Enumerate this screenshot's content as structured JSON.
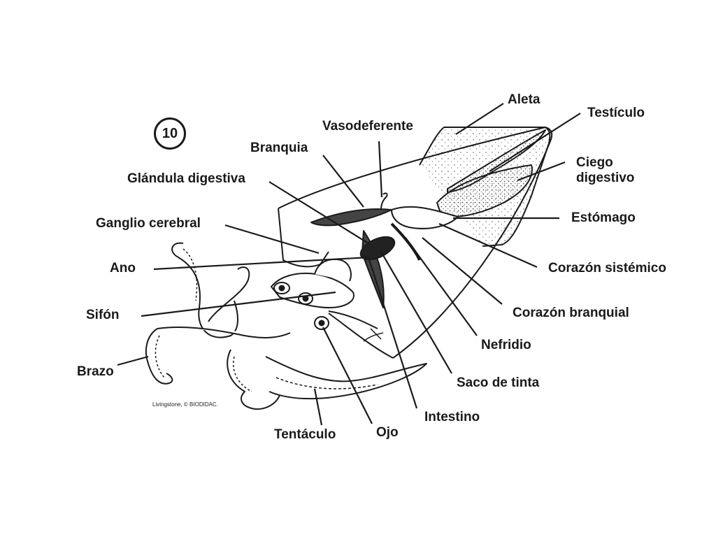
{
  "figure_number": "10",
  "credit": "Livingstone, © BIODIDAC.",
  "labels": {
    "aleta": "Aleta",
    "testiculo": "Testículo",
    "vasodeferente": "Vasodeferente",
    "branquia": "Branquia",
    "ciego_digestivo": "Ciego\ndigestivo",
    "glandula_digestiva": "Glándula digestiva",
    "estomago": "Estómago",
    "ganglio_cerebral": "Ganglio cerebral",
    "corazon_sistemico": "Corazón sistémico",
    "ano": "Ano",
    "sifon": "Sifón",
    "corazon_branquial": "Corazón branquial",
    "nefridio": "Nefridio",
    "brazo": "Brazo",
    "saco_de_tinta": "Saco de tinta",
    "intestino": "Intestino",
    "tentaculo": "Tentáculo",
    "ojo": "Ojo"
  },
  "colors": {
    "ink": "#1a1a1a",
    "background": "#ffffff"
  }
}
